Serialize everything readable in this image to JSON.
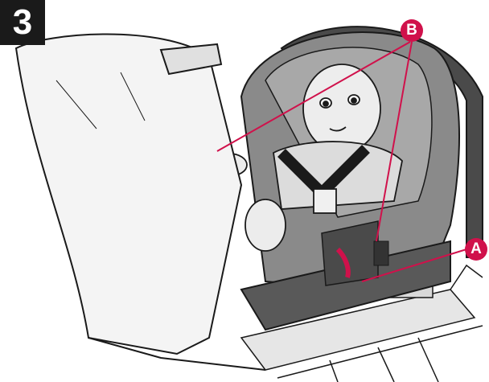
{
  "step_number": "3",
  "callouts": {
    "a": {
      "label": "A"
    },
    "b": {
      "label": "B"
    }
  },
  "colors": {
    "callout": "#d0114b",
    "seat_dark": "#595959",
    "seat_mid": "#8a8a8a",
    "seat_light": "#c9c9c9",
    "outline": "#1a1a1a",
    "cover": "#f4f4f4"
  },
  "icons": [
    "infant-car-seat-illustration",
    "stroller-frame-illustration",
    "baby-illustration",
    "harness-strap-icon"
  ]
}
